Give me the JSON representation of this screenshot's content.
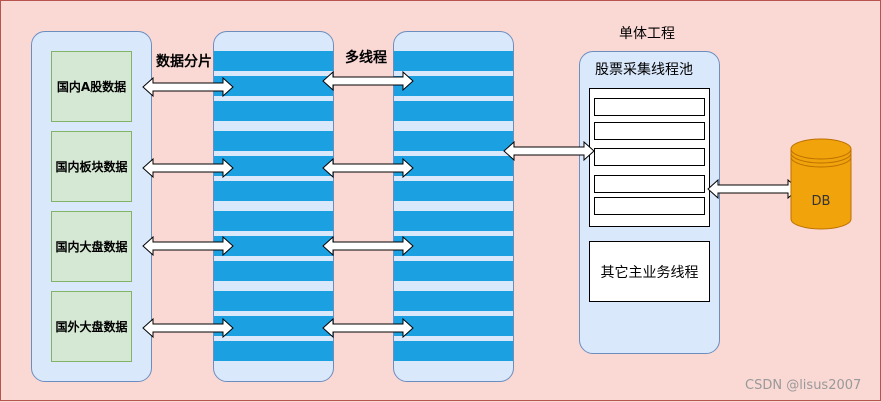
{
  "left": {
    "items": [
      "国内A股数据",
      "国内板块数据",
      "国内大盘数据",
      "国外大盘数据"
    ]
  },
  "labels": {
    "sharding": "数据分片",
    "multithread": "多线程",
    "project": "单体工程",
    "pool": "股票采集线程池",
    "other_threads": "其它主业务线程",
    "db": "DB"
  },
  "watermark": "CSDN @lisus2007",
  "colors": {
    "background": "#fad9d5",
    "column_fill": "#dae8fc",
    "column_border": "#6c8ebf",
    "source_fill": "#d5e8d4",
    "source_border": "#82b366",
    "shard_bar": "#1ba1e2",
    "db_fill": "#f0a30a"
  }
}
